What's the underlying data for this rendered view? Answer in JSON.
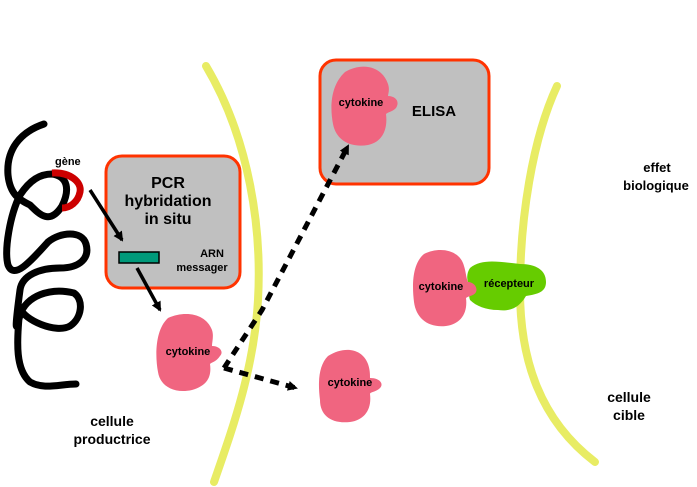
{
  "diagram": {
    "colors": {
      "membrane": "#e8ec64",
      "cytokine": "#f06580",
      "receptor": "#66cc00",
      "box_fill": "#c0c0c0",
      "box_border": "#ff3300",
      "gene": "#cc0000",
      "mrna": "#00997a",
      "dna": "#000000"
    },
    "labels": {
      "gene": "gène",
      "pcr_line1": "PCR",
      "pcr_line2": "hybridation",
      "pcr_line3": "in situ",
      "arn_line1": "ARN",
      "arn_line2": "messager",
      "elisa": "ELISA",
      "cytokine_elisa": "cytokine",
      "cytokine_producer": "cytokine",
      "cytokine_secreted": "cytokine",
      "cytokine_bound": "cytokine",
      "receptor": "récepteur",
      "effect_line1": "effet",
      "effect_line2": "biologique",
      "producer_line1": "cellule",
      "producer_line2": "productrice",
      "target_line1": "cellule",
      "target_line2": "cible"
    }
  }
}
